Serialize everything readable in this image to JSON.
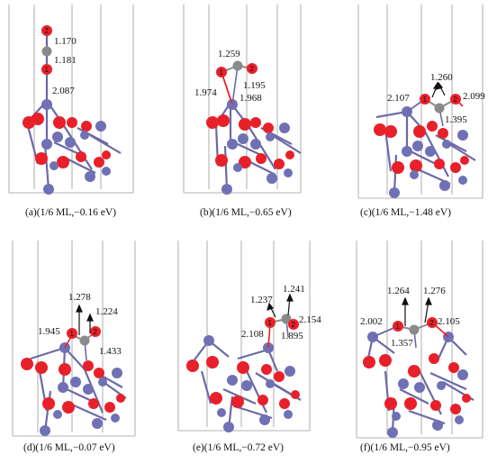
{
  "panels": [
    {
      "id": "a",
      "caption": "(a)(1/6 ML,−0.16 eV)",
      "labels": [
        "1.170",
        "1.181",
        "2.087"
      ],
      "atom_numbers": [
        "2",
        "1"
      ]
    },
    {
      "id": "b",
      "caption": "(b)(1/6 ML,−0.65 eV)",
      "labels": [
        "1.259",
        "1.195",
        "1.974",
        "1.968"
      ],
      "atom_numbers": [
        "1",
        "2"
      ]
    },
    {
      "id": "c",
      "caption": "(c)(1/6 ML,−1.48 eV)",
      "labels": [
        "1.260",
        "2.107",
        "2.099",
        "1.395"
      ],
      "atom_numbers": [
        "1",
        "2"
      ]
    },
    {
      "id": "d",
      "caption": "(d)(1/6 ML,−0.07 eV)",
      "labels": [
        "1.278",
        "1.224",
        "1.945",
        "1.433"
      ],
      "atom_numbers": [
        "1",
        "2"
      ]
    },
    {
      "id": "e",
      "caption": "(e)(1/6 ML,−0.72 eV)",
      "labels": [
        "1.237",
        "1.241",
        "2.154",
        "2.108",
        "1.895"
      ],
      "atom_numbers": [
        "1",
        "2"
      ]
    },
    {
      "id": "f",
      "caption": "(f)(1/6 ML,−0.95 eV)",
      "labels": [
        "1.264",
        "1.276",
        "2.002",
        "2.105",
        "1.357"
      ],
      "atom_numbers": [
        "1",
        "2"
      ]
    }
  ],
  "colors": {
    "oxygen": "#e8202a",
    "metal": "#7070b4",
    "carbon": "#8a8a8a",
    "bond": "#6a6aa8",
    "frame": "#9a9a9a"
  }
}
